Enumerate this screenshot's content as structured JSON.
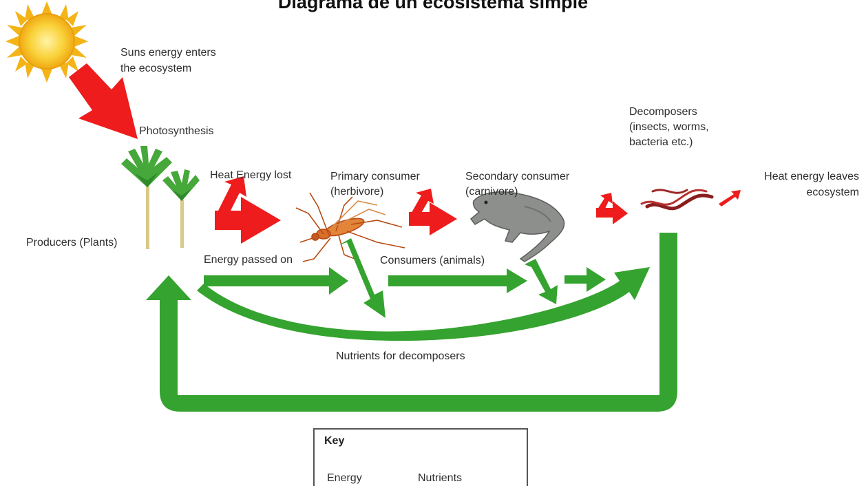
{
  "title": "Diagrama de un ecosistema simple",
  "labels": {
    "sun_energy_line1": "Suns energy enters",
    "sun_energy_line2": "the ecosystem",
    "photosynthesis": "Photosynthesis",
    "heat_energy_lost": "Heat Energy lost",
    "primary_consumer_line1": "Primary consumer",
    "primary_consumer_line2": "(herbivore)",
    "secondary_consumer_line1": "Secondary consumer",
    "secondary_consumer_line2": "(carnivore)",
    "decomposers_line1": "Decomposers",
    "decomposers_line2": "(insects, worms,",
    "decomposers_line3": "bacteria etc.)",
    "heat_leaves_line1": "Heat energy leaves",
    "heat_leaves_line2": "ecosystem",
    "producers": "Producers (Plants)",
    "energy_passed_on": "Energy passed on",
    "consumers": "Consumers (animals)",
    "nutrients_for_decomposers": "Nutrients for decomposers"
  },
  "key": {
    "title": "Key",
    "energy": "Energy",
    "nutrients": "Nutrients"
  },
  "colors": {
    "energy_arrow": "#ee1c1c",
    "nutrient_arrow": "#35a32f",
    "sun_fill": "#f7c21d",
    "sun_core": "#ffe27a"
  },
  "icons": [
    "sun-icon",
    "plant-icon",
    "mosquito-icon",
    "lizard-icon",
    "worm-icon"
  ]
}
